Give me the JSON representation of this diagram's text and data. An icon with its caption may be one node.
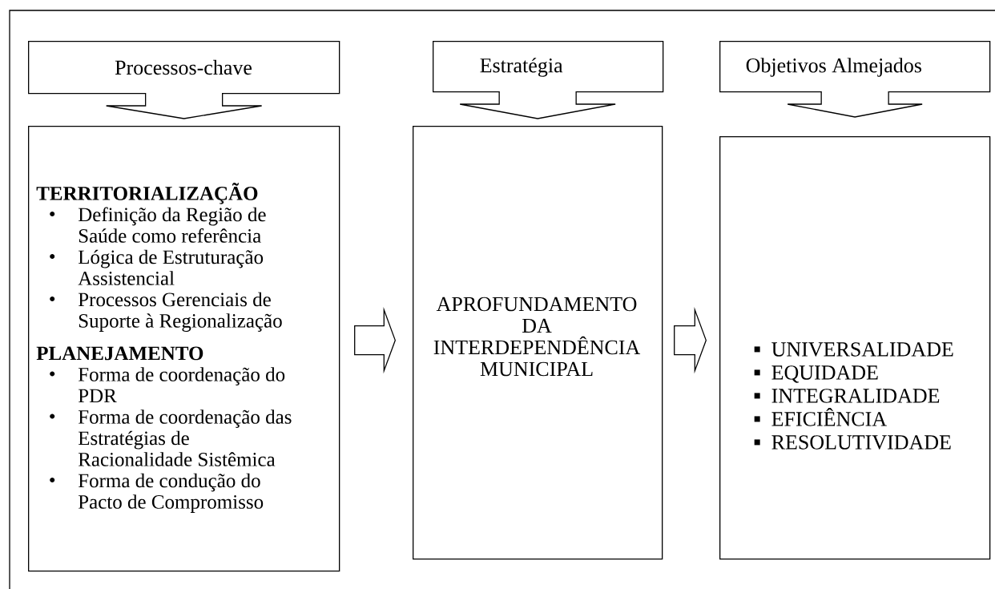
{
  "diagram": {
    "nodes": [
      {
        "text": [
          "Processos-chave"
        ]
      },
      {
        "text": [
          "Estratégia"
        ]
      },
      {
        "text": [
          "Objetivos Almejados"
        ]
      },
      {
        "text": [
          "TERRITORIALIZAÇÃO",
          "Definição da Região de Saúde como referência",
          "Lógica de Estruturação Assistencial",
          "Processos Gerenciais de Suporte à Regionalização",
          "PLANEJAMENTO",
          "Forma de coordenação do PDR",
          "Forma de coordenação das Estratégias de Racionalidade Sistêmica",
          "Forma de condução do Pacto de Compromisso"
        ]
      },
      {
        "text": [
          "APROFUNDAMENTO DA INTERDEPENDÊNCIA MUNICIPAL"
        ]
      },
      {
        "text": [
          "UNIVERSALIDADE",
          "EQUIDADE",
          "INTEGRALIDADE",
          "EFICIÊNCIA",
          "RESOLUTIVIDADE"
        ]
      }
    ],
    "edges": [
      {
        "from": 0,
        "to": 3,
        "arrow": "to"
      },
      {
        "from": 1,
        "to": 4,
        "arrow": "to"
      },
      {
        "from": 2,
        "to": 5,
        "arrow": "to"
      },
      {
        "from": 3,
        "to": 4,
        "arrow": "to"
      },
      {
        "from": 4,
        "to": 5,
        "arrow": "to"
      }
    ]
  }
}
